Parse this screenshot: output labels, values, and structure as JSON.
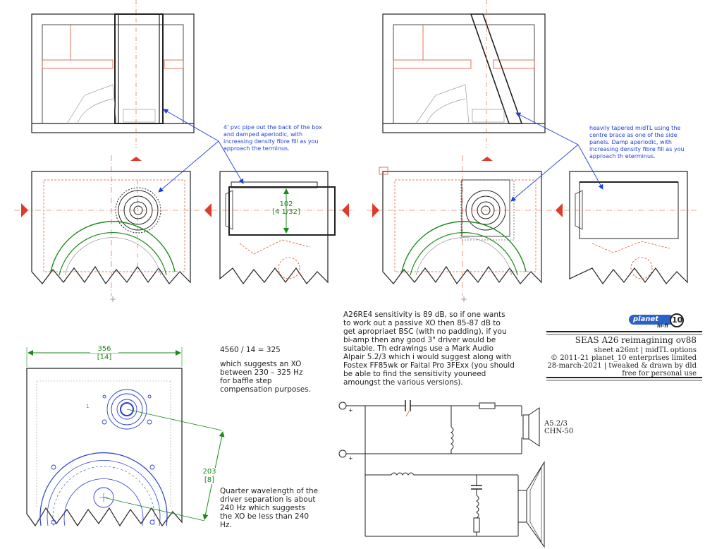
{
  "notes": {
    "pvc_note": "4' pvc pipe out the back of the box and damped aperiodic, with increasing density fibre fill as you approach the terminus.",
    "midtl_note": "heavily tapered midTL using the centre brace as one of the side panels. Damp aperiodic, with increasing density fibre fill as you approach th eterminus.",
    "sensitivity_note": "A26RE4 sensitivity is 89 dB, so if one wants to work out a passive XO then 85-87 dB to get apropriaet BSC (with no padding), if you bi-amp then any good 3\" driver would be suitable. Th edrawings use a Mark Audio Alpair 5.2/3 which i would suggest along with Fostex FF85wk or Faital Pro 3FExx (you should be able to find the sensitivity youneed amoungst the various versions).",
    "calc_line": "4560 / 14 = 325",
    "xo_note": "which suggests an XO between 230 – 325 Hz for baffle step compensation purposes.",
    "quarter_wave_note": "Quarter wavelength of the driver separation is about 240 Hz which suggests the XO be less than 240 Hz."
  },
  "dimensions": {
    "pipe_mm": "102",
    "pipe_in": "[4 1/32]",
    "width_mm": "356",
    "width_in": "[14]",
    "sep_mm": "203",
    "sep_in": "[8]"
  },
  "title_block": {
    "logo_word": "planet",
    "logo_number": "10",
    "logo_sub": "hi-fi",
    "title": "SEAS A26 reimagining  ov88",
    "sheet": "sheet a26mt | midTL options",
    "copyright": "© 2011-21 planet_10 enterprises limited",
    "credit": "28-march-2021 | tweaked & drawn by dld",
    "license": "free for personal use"
  },
  "schematic": {
    "driver_label_1": "A5.2/3",
    "driver_label_2": "CHN-50",
    "plus_1": "+",
    "plus_2": "+"
  },
  "colors": {
    "outline": "#222222",
    "construction": "#e0522a",
    "driver": "#2a3fd0",
    "woofer_arc": "#1b8a1b",
    "callout": "#1f3fd6",
    "dimension": "#1b8a1b"
  }
}
